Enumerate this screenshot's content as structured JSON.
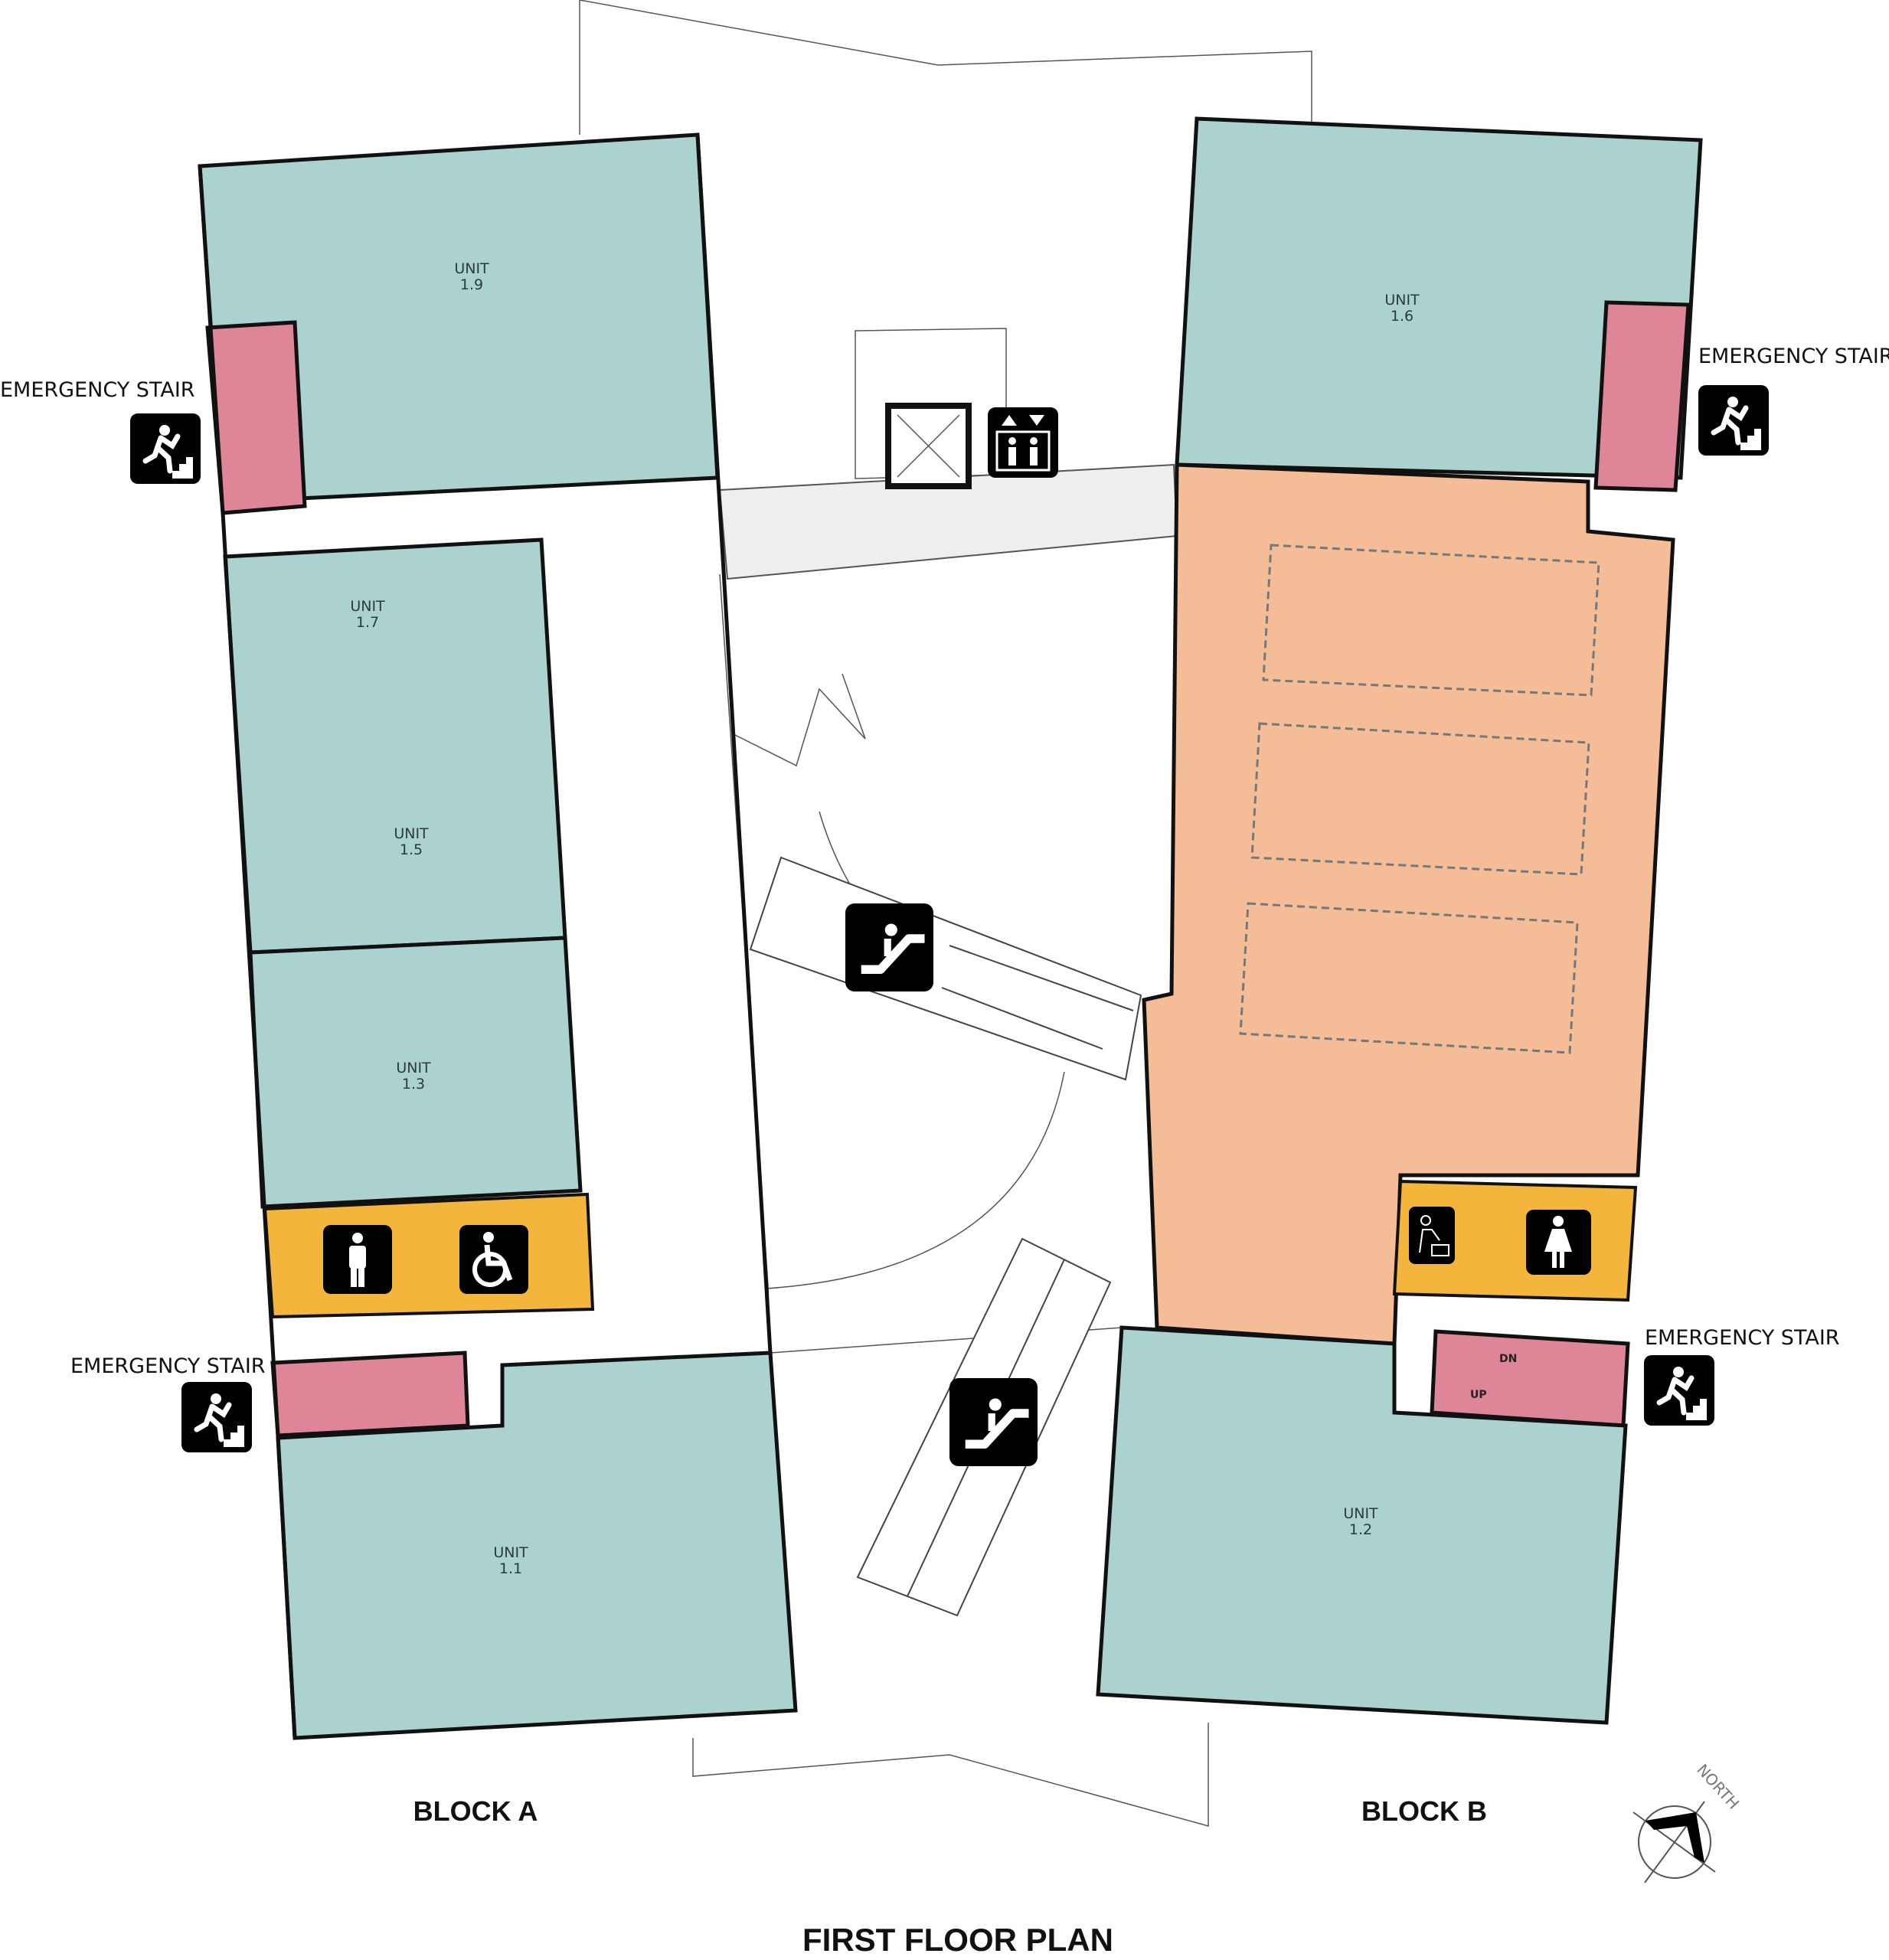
{
  "title": "FIRST FLOOR PLAN",
  "blocks": {
    "a": "BLOCK A",
    "b": "BLOCK B"
  },
  "units": [
    {
      "id": "1.9",
      "word": "UNIT",
      "num": "1.9"
    },
    {
      "id": "1.7",
      "word": "UNIT",
      "num": "1.7"
    },
    {
      "id": "1.5",
      "word": "UNIT",
      "num": "1.5"
    },
    {
      "id": "1.3",
      "word": "UNIT",
      "num": "1.3"
    },
    {
      "id": "1.1",
      "word": "UNIT",
      "num": "1.1"
    },
    {
      "id": "1.6",
      "word": "UNIT",
      "num": "1.6"
    },
    {
      "id": "1.2",
      "word": "UNIT",
      "num": "1.2"
    }
  ],
  "emergency_stairs": [
    {
      "label": "EMERGENCY STAIR"
    },
    {
      "label": "EMERGENCY STAIR"
    },
    {
      "label": "EMERGENCY STAIR"
    },
    {
      "label": "EMERGENCY STAIR"
    }
  ],
  "stair_marks": {
    "up": "UP",
    "dn": "DN"
  },
  "north": "NORTH",
  "icons": [
    "emergency-exit-icon",
    "lift-icon",
    "escalator-icon",
    "male-toilet-icon",
    "accessible-toilet-icon",
    "baby-change-icon",
    "female-toilet-icon",
    "north-arrow-icon"
  ],
  "colors": {
    "unit": "#acd2cf",
    "stair": "#de8597",
    "toilet": "#f3b53b",
    "event_space": "#f5bd97"
  }
}
